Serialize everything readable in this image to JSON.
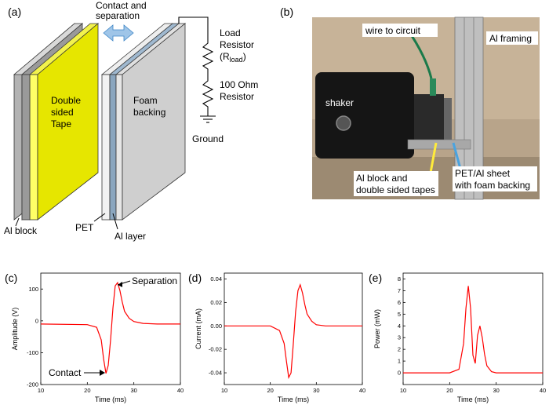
{
  "panels": {
    "a": {
      "label": "(a)",
      "contact_text_1": "Contact and",
      "contact_text_2": "separation",
      "tape_1": "Double",
      "tape_2": "sided",
      "tape_3": "Tape",
      "foam_1": "Foam",
      "foam_2": "backing",
      "load_1": "Load",
      "load_2": "Resistor",
      "load_3": "(R",
      "load_sub": "load",
      "load_4": ")",
      "res100_1": "100 Ohm",
      "res100_2": "Resistor",
      "ground": "Ground",
      "al_block": "Al block",
      "pet": "PET",
      "al_layer": "Al layer",
      "colors": {
        "tape": "#e6e600",
        "block": "#b3b3b3",
        "foam": "#cfcfcf",
        "arrow": "#6fa8dc"
      }
    },
    "b": {
      "label": "(b)",
      "wire": "wire to circuit",
      "framing": "Al framing",
      "shaker": "shaker",
      "block_1": "Al block and",
      "block_2": "double sided tapes",
      "sheet_1": "PET/Al sheet",
      "sheet_2": "with foam backing",
      "photo": "photo-shaker-setup"
    },
    "c": {
      "label": "(c)",
      "note_separation": "Separation",
      "note_contact": "Contact"
    },
    "d": {
      "label": "(d)"
    },
    "e": {
      "label": "(e)"
    }
  },
  "chart_data": [
    {
      "type": "line",
      "xlabel": "Time (ms)",
      "ylabel": "Amplitude (V)",
      "xlim": [
        10,
        40
      ],
      "ylim": [
        -200,
        150
      ],
      "xticks": [
        10,
        20,
        30,
        40
      ],
      "yticks": [
        -200,
        -100,
        0,
        100
      ],
      "color": "#ff0000",
      "series": [
        {
          "x": [
            10,
            20,
            22,
            23,
            23.5,
            24,
            24.5,
            25,
            25.5,
            26,
            26.5,
            27,
            27.5,
            28,
            29,
            30,
            32,
            35,
            40
          ],
          "y": [
            -10,
            -12,
            -20,
            -60,
            -120,
            -165,
            -140,
            -60,
            40,
            110,
            120,
            95,
            60,
            30,
            8,
            -2,
            -8,
            -10,
            -10
          ]
        }
      ]
    },
    {
      "type": "line",
      "xlabel": "Time (ms)",
      "ylabel": "Current (mA)",
      "xlim": [
        10,
        40
      ],
      "ylim": [
        -0.05,
        0.045
      ],
      "xticks": [
        10,
        20,
        30,
        40
      ],
      "yticks": [
        -0.04,
        -0.02,
        0.0,
        0.02,
        0.04
      ],
      "ytick_labels": [
        "-0.04",
        "-0.02",
        "0.00",
        "0.02",
        "0.04"
      ],
      "color": "#ff0000",
      "series": [
        {
          "x": [
            10,
            20,
            22,
            23,
            23.5,
            24,
            24.5,
            25,
            25.5,
            26,
            26.5,
            27,
            27.5,
            28,
            29,
            30,
            32,
            35,
            40
          ],
          "y": [
            0.0,
            0.0,
            -0.004,
            -0.015,
            -0.03,
            -0.044,
            -0.04,
            -0.015,
            0.012,
            0.03,
            0.035,
            0.028,
            0.018,
            0.01,
            0.004,
            0.001,
            0.0,
            0.0,
            0.0
          ]
        }
      ]
    },
    {
      "type": "line",
      "xlabel": "Time (ms)",
      "ylabel": "Power (mW)",
      "xlim": [
        10,
        40
      ],
      "ylim": [
        -1,
        8.5
      ],
      "xticks": [
        10,
        20,
        30,
        40
      ],
      "yticks": [
        0,
        1,
        2,
        3,
        4,
        5,
        6,
        7,
        8
      ],
      "color": "#ff0000",
      "series": [
        {
          "x": [
            10,
            20,
            22,
            23,
            23.5,
            24,
            24.5,
            25,
            25.5,
            26,
            26.5,
            27,
            27.5,
            28,
            29,
            30,
            32,
            35,
            40
          ],
          "y": [
            0,
            0,
            0.3,
            2.5,
            5.5,
            7.4,
            5.5,
            1.5,
            0.8,
            3.2,
            4.0,
            3.0,
            1.6,
            0.6,
            0.1,
            0.0,
            0,
            0,
            0
          ]
        }
      ]
    }
  ]
}
